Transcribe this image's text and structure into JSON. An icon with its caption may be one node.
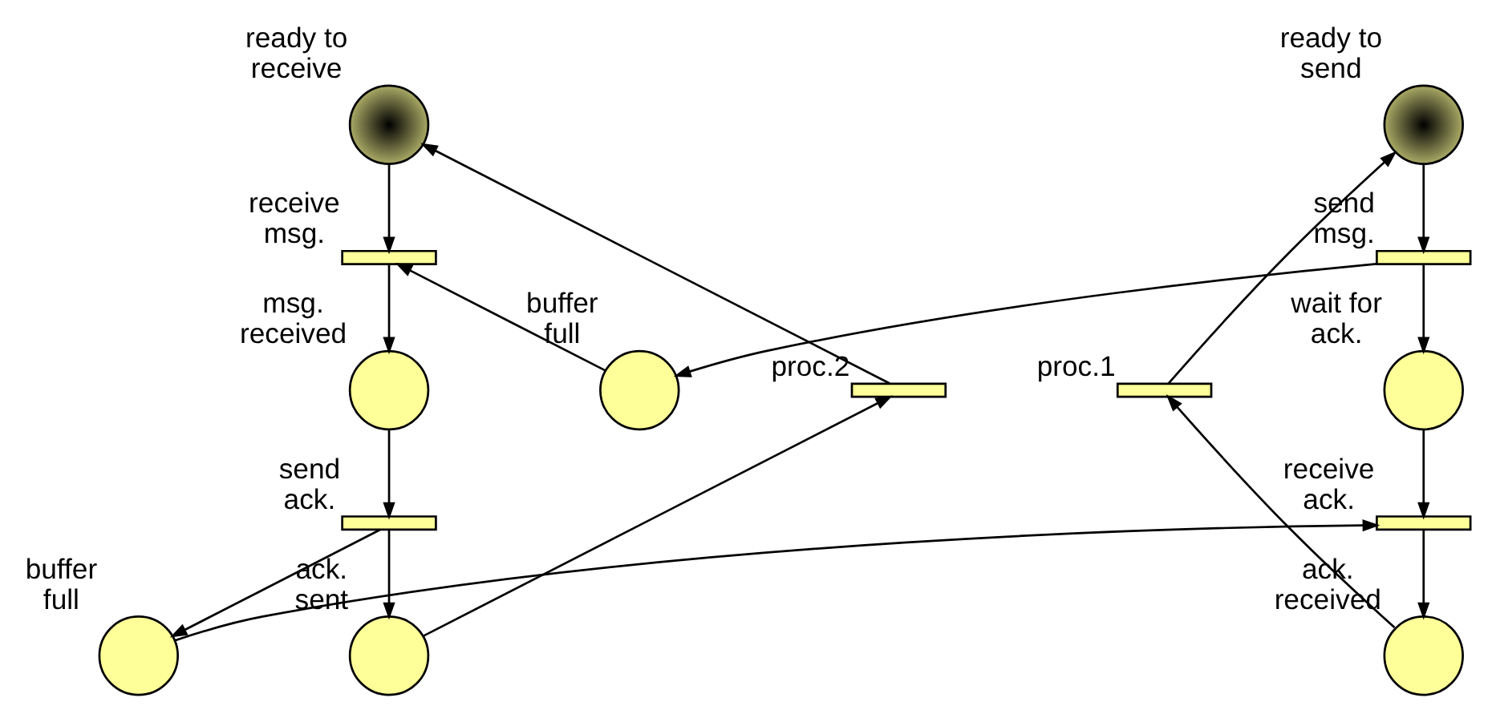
{
  "diagram": {
    "nodes": [
      {
        "text": [],
        "shape": "token",
        "beside": [
          "ready to send"
        ]
      },
      {
        "text": [],
        "shape": "bar",
        "beside": [
          "send msg."
        ]
      },
      {
        "text": [],
        "shape": "circle",
        "beside": [
          "wait for ack."
        ]
      },
      {
        "text": [],
        "shape": "bar",
        "beside": [
          "receive ack."
        ]
      },
      {
        "text": [],
        "shape": "circle",
        "beside": [
          "ack. received"
        ]
      },
      {
        "text": [],
        "shape": "bar",
        "beside": [
          "proc.1"
        ]
      },
      {
        "text": [],
        "shape": "circle",
        "beside": [
          "buffer full"
        ]
      },
      {
        "text": [],
        "shape": "circle",
        "beside": [
          "buffer full"
        ]
      },
      {
        "text": [],
        "shape": "token",
        "beside": [
          "ready to receive"
        ]
      },
      {
        "text": [],
        "shape": "bar",
        "beside": [
          "receive msg."
        ]
      },
      {
        "text": [],
        "shape": "circle",
        "beside": [
          "msg. received"
        ]
      },
      {
        "text": [],
        "shape": "bar",
        "beside": [
          "send ack."
        ]
      },
      {
        "text": [],
        "shape": "circle",
        "beside": [
          "ack. sent"
        ]
      },
      {
        "text": [],
        "shape": "bar",
        "beside": [
          "proc.2"
        ]
      }
    ],
    "edges": [
      {
        "from": 0,
        "to": 1,
        "arrow": "to"
      },
      {
        "from": 1,
        "to": 2,
        "arrow": "to"
      },
      {
        "from": 1,
        "to": 6,
        "arrow": "to"
      },
      {
        "from": 6,
        "to": 9,
        "arrow": "to"
      },
      {
        "from": 2,
        "to": 3,
        "arrow": "to"
      },
      {
        "from": 7,
        "to": 3,
        "arrow": "to"
      },
      {
        "from": 3,
        "to": 4,
        "arrow": "to"
      },
      {
        "from": 4,
        "to": 5,
        "arrow": "to"
      },
      {
        "from": 5,
        "to": 0,
        "arrow": "to"
      },
      {
        "from": 8,
        "to": 9,
        "arrow": "to"
      },
      {
        "from": 9,
        "to": 10,
        "arrow": "to"
      },
      {
        "from": 10,
        "to": 11,
        "arrow": "to"
      },
      {
        "from": 11,
        "to": 7,
        "arrow": "to"
      },
      {
        "from": 11,
        "to": 12,
        "arrow": "to"
      },
      {
        "from": 12,
        "to": 13,
        "arrow": "to"
      },
      {
        "from": 13,
        "to": 8,
        "arrow": "to"
      }
    ]
  }
}
